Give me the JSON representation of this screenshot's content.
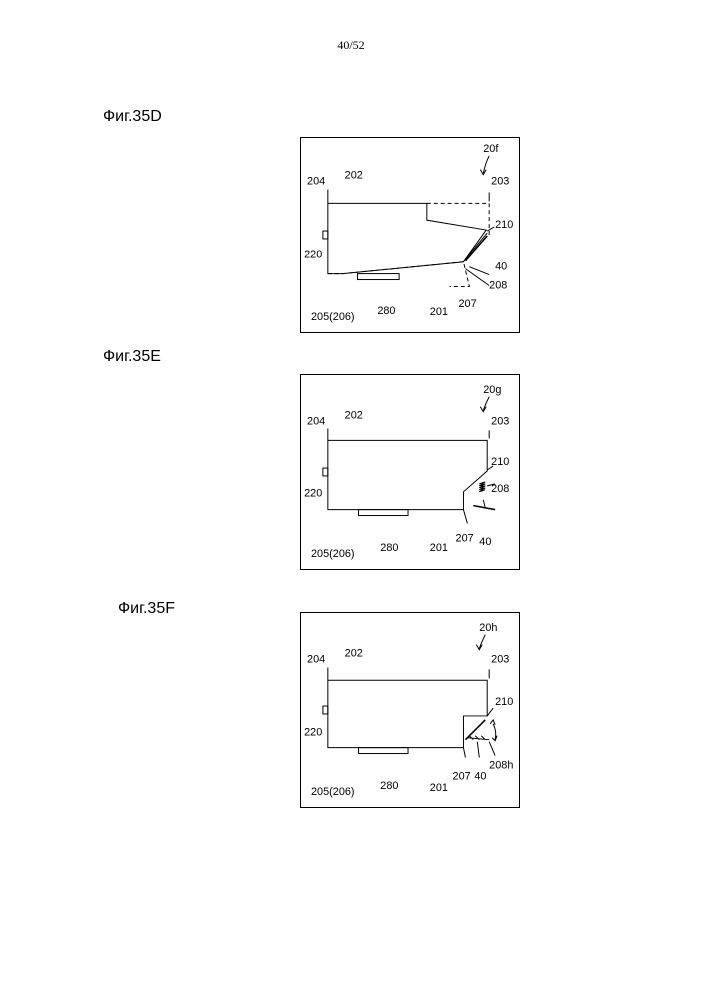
{
  "page": {
    "number": "40/52"
  },
  "figures": [
    {
      "id": "d",
      "title": "Фиг.35D",
      "labels": {
        "ref": "20f",
        "top_left": "204",
        "top": "202",
        "top_right": "203",
        "right_mid": "210",
        "left_lower": "220",
        "right_low1": "40",
        "right_low2": "208",
        "bottom_right": "207",
        "bottom_mid": "201",
        "bottom_center": "280",
        "bottom_left": "205(206)"
      }
    },
    {
      "id": "e",
      "title": "Фиг.35E",
      "labels": {
        "ref": "20g",
        "top_left": "204",
        "top": "202",
        "top_right": "203",
        "right_mid": "210",
        "left_lower": "220",
        "right_low1": "208",
        "right_low2": "40",
        "bottom_right": "207",
        "bottom_mid": "201",
        "bottom_center": "280",
        "bottom_left": "205(206)"
      }
    },
    {
      "id": "f",
      "title": "Фиг.35F",
      "labels": {
        "ref": "20h",
        "top_left": "204",
        "top": "202",
        "top_right": "203",
        "right_mid": "210",
        "left_lower": "220",
        "right_low1": "208h",
        "right_low2": "40",
        "bottom_right": "207",
        "bottom_mid": "201",
        "bottom_center": "280",
        "bottom_left": "205(206)"
      }
    }
  ]
}
